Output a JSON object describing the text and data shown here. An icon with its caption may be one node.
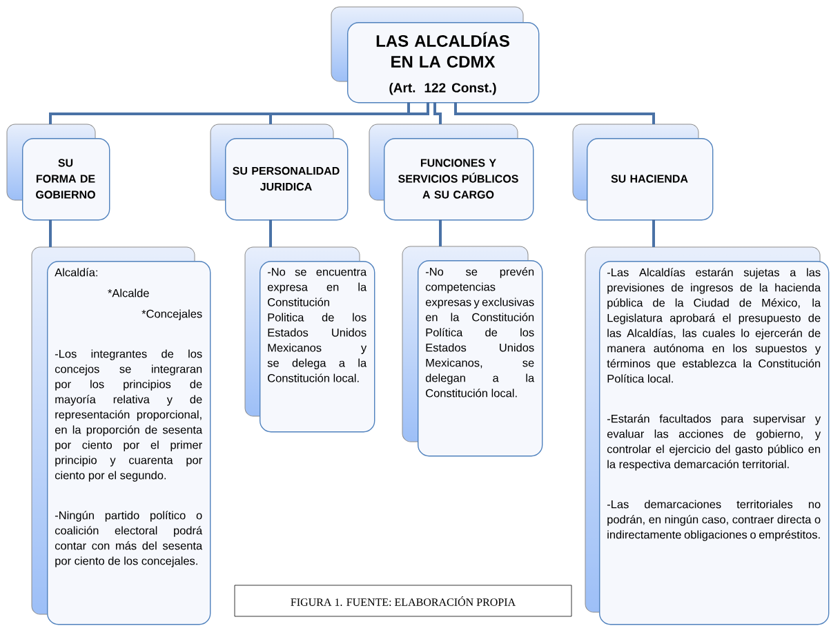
{
  "diagram": {
    "caption": "FIGURA 1. FUENTE: ELABORACIÓN PROPIA",
    "nodes": [
      {
        "text": [
          "LAS ALCALDÍAS EN LA CDMX",
          "(Art. 122 Const.)"
        ]
      },
      {
        "text": [
          "SU FORMA DE GOBIERNO"
        ]
      },
      {
        "text": [
          "SU PERSONALIDAD JURIDICA"
        ]
      },
      {
        "text": [
          "FUNCIONES Y SERVICIOS PÚBLICOS A SU CARGO"
        ]
      },
      {
        "text": [
          "SU HACIENDA"
        ]
      },
      {
        "text": [
          "Alcaldía:",
          "*Alcalde",
          "*Concejales",
          "-Los integrantes de los concejos se integraran por los principios de mayoría relativa y de representación proporcional, en la proporción de sesenta por ciento por el primer principio y cuarenta por ciento por el segundo.",
          "-Ningún partido político o coalición electoral podrá contar con más del sesenta por ciento de los concejales."
        ]
      },
      {
        "text": [
          "-No se encuentra expresa en la Constitución Politica de los Estados Unidos Mexicanos y se delega a la Constitución local."
        ]
      },
      {
        "text": [
          "-No se prevén competencias expresas y exclusivas en la Constitución Política de los Estados Unidos Mexicanos, se delegan a la Constitución local."
        ]
      },
      {
        "text": [
          "-Las Alcaldías estarán sujetas a las previsiones de ingresos de la hacienda pública de la Ciudad de México, la Legislatura aprobará el presupuesto de las Alcaldías, las cuales lo ejercerán de manera autónoma en los supuestos y términos que establezca la Constitución Política local.",
          "-Estarán facultados para supervisar y evaluar las acciones de gobierno, y controlar el ejercicio del gasto público en la respectiva demarcación territorial.",
          "-Las demarcaciones territoriales no podrán, en ningún caso, contraer directa o indirectamente obligaciones o empréstitos."
        ]
      }
    ],
    "edges": [
      {
        "from": 0,
        "to": 1,
        "arrow": "none"
      },
      {
        "from": 0,
        "to": 2,
        "arrow": "none"
      },
      {
        "from": 0,
        "to": 3,
        "arrow": "none"
      },
      {
        "from": 0,
        "to": 4,
        "arrow": "none"
      },
      {
        "from": 1,
        "to": 5,
        "arrow": "none"
      },
      {
        "from": 2,
        "to": 6,
        "arrow": "none"
      },
      {
        "from": 3,
        "to": 7,
        "arrow": "none"
      },
      {
        "from": 4,
        "to": 8,
        "arrow": "none"
      }
    ]
  }
}
